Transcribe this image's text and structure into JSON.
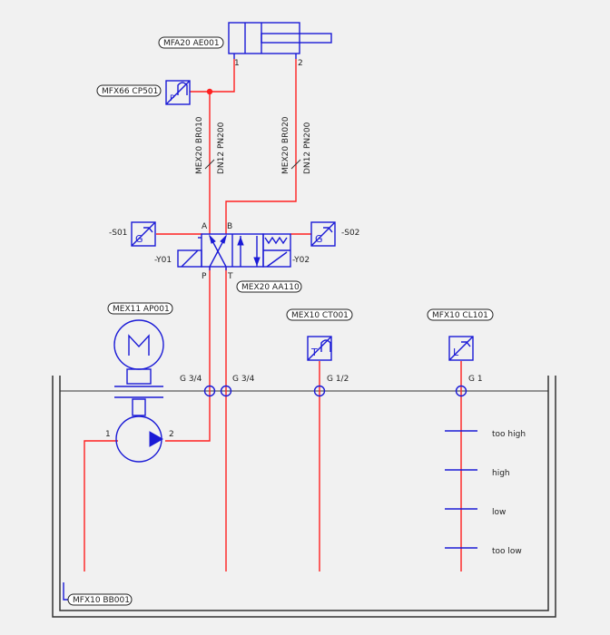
{
  "tags": {
    "cylinder": "MFA20 AE001",
    "pressure_sensor": "MFX66 CP501",
    "valve": "MEX20 AA110",
    "motor": "MEX11 AP001",
    "temp_sensor": "MEX10 CT001",
    "level_switch": "MFX10 CL101",
    "tank": "MFX10 BB001"
  },
  "pipes": {
    "line_a_id": "MEX20 BR010",
    "line_a_dn": "DN12 PN200",
    "line_b_id": "MEX20 BR020",
    "line_b_dn": "DN12 PN200"
  },
  "ports": {
    "cyl_1": "1",
    "cyl_2": "2",
    "valve_a": "A",
    "valve_b": "B",
    "valve_p": "P",
    "valve_t": "T",
    "pump_1": "1",
    "pump_2": "2"
  },
  "signals": {
    "s01": "-S01",
    "s02": "-S02",
    "y01": "-Y01",
    "y02": "-Y02",
    "s01_letter": "G",
    "s02_letter": "G",
    "pressure_letter": "P",
    "temp_letter": "T",
    "level_letter": "L"
  },
  "connections": {
    "g1": "G 3/4",
    "g2": "G 3/4",
    "g3": "G 1/2",
    "g4": "G 1"
  },
  "levels": [
    "too high",
    "high",
    "low",
    "too low"
  ],
  "colors": {
    "hydraulic": "#ff2020",
    "electric": "#1a1ad6",
    "tank": "#333333"
  }
}
